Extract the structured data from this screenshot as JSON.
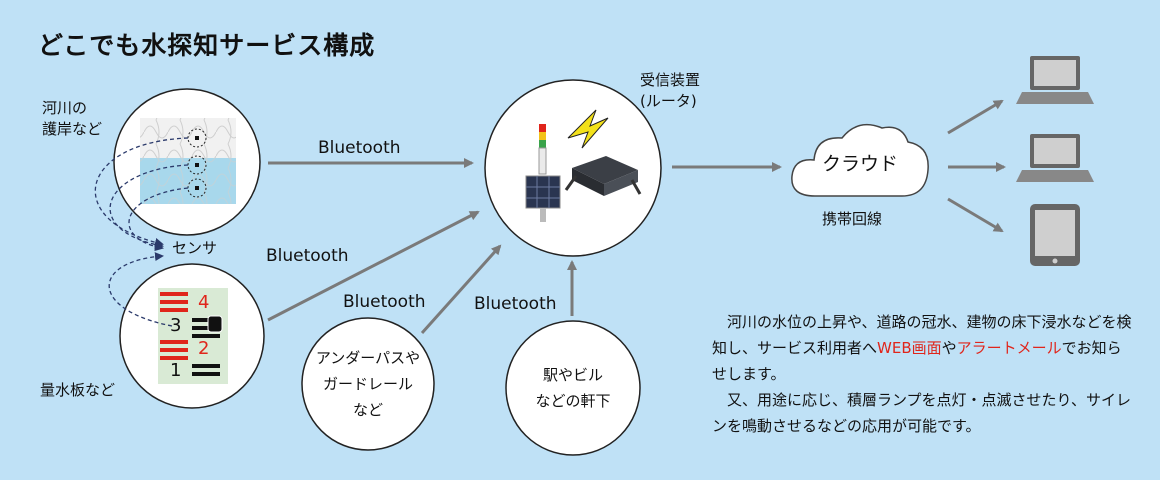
{
  "title": "どこでも水探知サービス構成",
  "labels": {
    "river": [
      "河川の",
      "護岸など"
    ],
    "sensor": "センサ",
    "gauge": "量水板など",
    "receiver": [
      "受信装置",
      "(ルータ)"
    ],
    "cloud": "クラウド",
    "mobile": "携帯回線",
    "bt1": "Bluetooth",
    "bt2": "Bluetooth",
    "bt3": "Bluetooth",
    "bt4": "Bluetooth",
    "underpass": [
      "アンダーパスや",
      "ガードレール",
      "など"
    ],
    "station": [
      "駅やビル",
      "などの軒下"
    ],
    "gauge_numbers": [
      "4",
      "3",
      "2",
      "1"
    ]
  },
  "description": {
    "p1_a": "河川の水位の上昇や、道路の冠水、建物の床下浸水などを検知し、サービス利用者へ",
    "p1_web": "WEB画面",
    "p1_b": "や",
    "p1_alert": "アラートメール",
    "p1_c": "でお知らせします。",
    "p2": "又、用途に応じ、積層ランプを点灯・点滅させたり、サイレンを鳴動させるなどの応用が可能です。"
  },
  "colors": {
    "background": "#bfe1f6",
    "arrow": "#7a7a7a",
    "highlight": "#e0251b",
    "water": "#a8d8ec"
  },
  "icons": [
    "laptop-icon",
    "laptop-icon",
    "tablet-icon",
    "cloud-icon",
    "lightning-icon",
    "router-icon",
    "signal-tower-icon",
    "solar-panel-icon"
  ]
}
